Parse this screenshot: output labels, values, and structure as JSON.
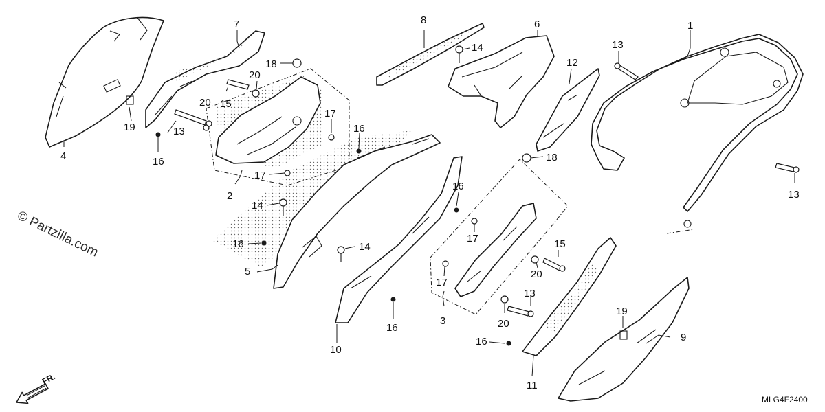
{
  "diagram": {
    "part_numbers": [
      "1",
      "2",
      "3",
      "4",
      "5",
      "6",
      "7",
      "8",
      "9",
      "10",
      "11",
      "12",
      "13",
      "14",
      "15",
      "16",
      "17",
      "18",
      "19",
      "20"
    ],
    "diagram_code": "MLG4F2400",
    "watermark": "© Partzilla.com",
    "direction_label": "FR."
  },
  "colors": {
    "line": "#1a1a1a",
    "background": "#ffffff"
  }
}
